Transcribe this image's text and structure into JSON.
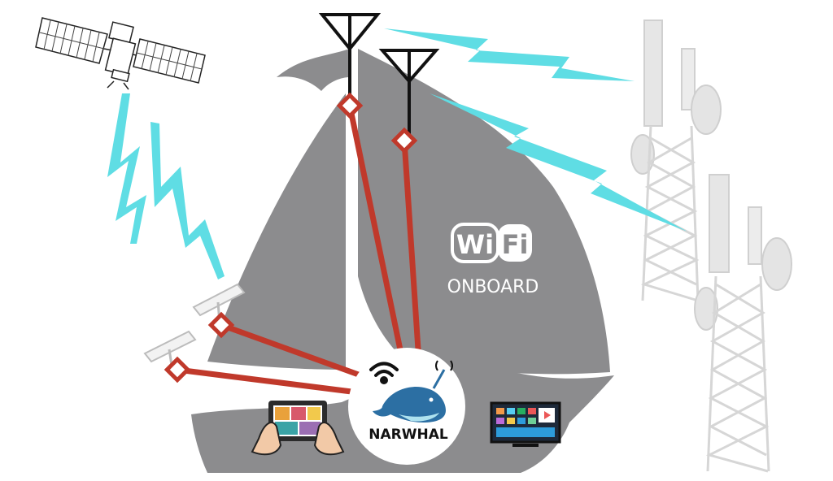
{
  "diagram": {
    "wifi_logo": {
      "wi": "Wi",
      "fi": "Fi"
    },
    "onboard_label": "ONBOARD",
    "brand_label": "NARWHAL"
  },
  "colors": {
    "sail": "#8c8c8e",
    "cable": "#c0392b",
    "signal": "#5fdde4",
    "tower": "#d9d9d9",
    "narwhal": "#2c6fa3",
    "text_dark": "#111111",
    "text_light": "#ffffff"
  },
  "icons": [
    "satellite-icon",
    "antenna-icon",
    "starlink-dish-icon",
    "cell-tower-icon",
    "lightning-signal-icon",
    "narwhal-logo-icon",
    "wifi-icon",
    "tablet-icon",
    "smart-tv-icon"
  ]
}
